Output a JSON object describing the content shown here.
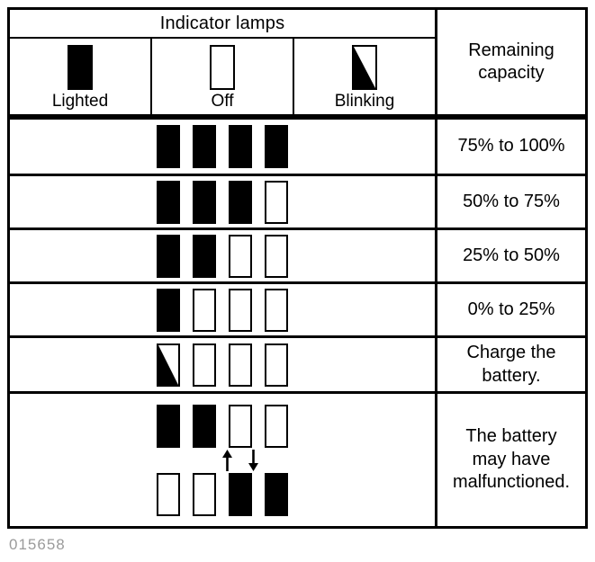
{
  "figure": {
    "caption_id": "015658"
  },
  "table": {
    "header": {
      "lamps_title": "Indicator lamps",
      "capacity_title": "Remaining\ncapacity",
      "capacity_title_line1": "Remaining",
      "capacity_title_line2": "capacity"
    },
    "legend": [
      {
        "key": "lighted",
        "label": "Lighted",
        "state": "on"
      },
      {
        "key": "off",
        "label": "Off",
        "state": "off"
      },
      {
        "key": "blinking",
        "label": "Blinking",
        "state": "blink"
      }
    ],
    "rows": [
      {
        "id": "row-75-100",
        "lamps": [
          "on",
          "on",
          "on",
          "on"
        ],
        "capacity": "75% to 100%"
      },
      {
        "id": "row-50-75",
        "lamps": [
          "on",
          "on",
          "on",
          "off"
        ],
        "capacity": "50% to 75%"
      },
      {
        "id": "row-25-50",
        "lamps": [
          "on",
          "on",
          "off",
          "off"
        ],
        "capacity": "25% to 50%"
      },
      {
        "id": "row-0-25",
        "lamps": [
          "on",
          "off",
          "off",
          "off"
        ],
        "capacity": "0% to 25%"
      },
      {
        "id": "row-charge",
        "lamps": [
          "blink",
          "off",
          "off",
          "off"
        ],
        "capacity": "Charge the\nbattery.",
        "capacity_line1": "Charge the",
        "capacity_line2": "battery."
      },
      {
        "id": "row-malfunction",
        "lamps_top": [
          "on",
          "on",
          "off",
          "off"
        ],
        "lamps_bottom": [
          "off",
          "off",
          "on",
          "on"
        ],
        "arrows": [
          "arrow-up",
          "arrow-down"
        ],
        "capacity": "The battery\nmay have\nmalfunctioned.",
        "capacity_line1": "The battery",
        "capacity_line2": "may have",
        "capacity_line3": "malfunctioned."
      }
    ]
  },
  "colors": {
    "ink": "#000000",
    "paper": "#ffffff",
    "caption": "#9b9b9b"
  }
}
